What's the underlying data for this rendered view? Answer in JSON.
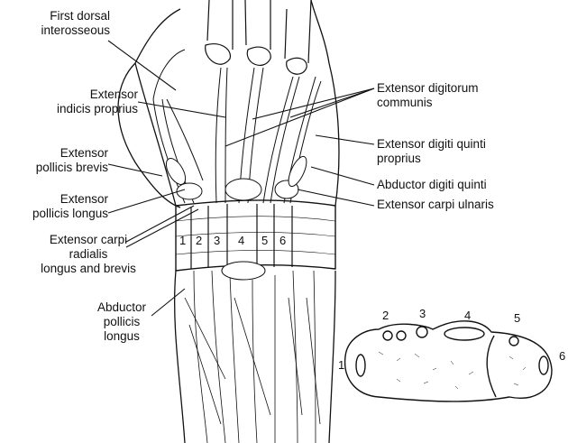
{
  "labels_left": {
    "first_dorsal": [
      "First dorsal",
      "interosseous"
    ],
    "indicis": [
      "Extensor",
      "indicis proprius"
    ],
    "pollicis_brevis": [
      "Extensor",
      "pollicis brevis"
    ],
    "pollicis_longus": [
      "Extensor",
      "pollicis longus"
    ],
    "carpi_radialis": [
      "Extensor carpi",
      "radialis",
      "longus and brevis"
    ],
    "abductor_pollicis": [
      "Abductor",
      "pollicis",
      "longus"
    ]
  },
  "labels_right": {
    "digitorum": [
      "Extensor digitorum",
      "communis"
    ],
    "digiti_quinti": [
      "Extensor digiti quinti",
      "proprius"
    ],
    "abductor_digiti": "Abductor digiti quinti",
    "carpi_ulnaris": "Extensor carpi ulnaris"
  },
  "compartments": [
    "1",
    "2",
    "3",
    "4",
    "5",
    "6"
  ],
  "cross_section_numbers": [
    "1",
    "2",
    "3",
    "4",
    "5",
    "6"
  ]
}
